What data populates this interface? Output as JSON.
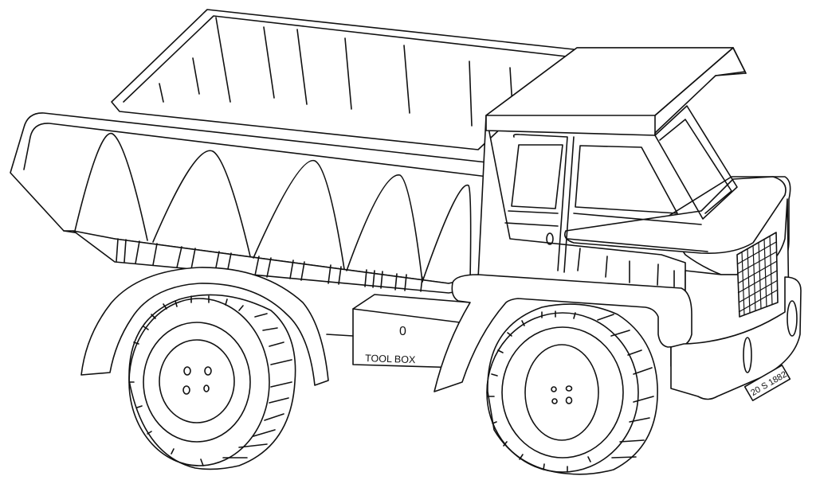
{
  "image": {
    "kind": "coloring-page line art",
    "subject": "Dump truck",
    "background": "#ffffff",
    "stroke_color": "#111111"
  },
  "truck": {
    "toolbox": {
      "label": "TOOL BOX",
      "latch": "0"
    },
    "license_plate": {
      "text": "20 S 1882"
    },
    "dump_bed": {
      "ribs": 5
    },
    "wheels": {
      "count": 2,
      "lug_nuts_per_wheel": 4
    },
    "grille": {
      "pattern": "grid"
    }
  }
}
